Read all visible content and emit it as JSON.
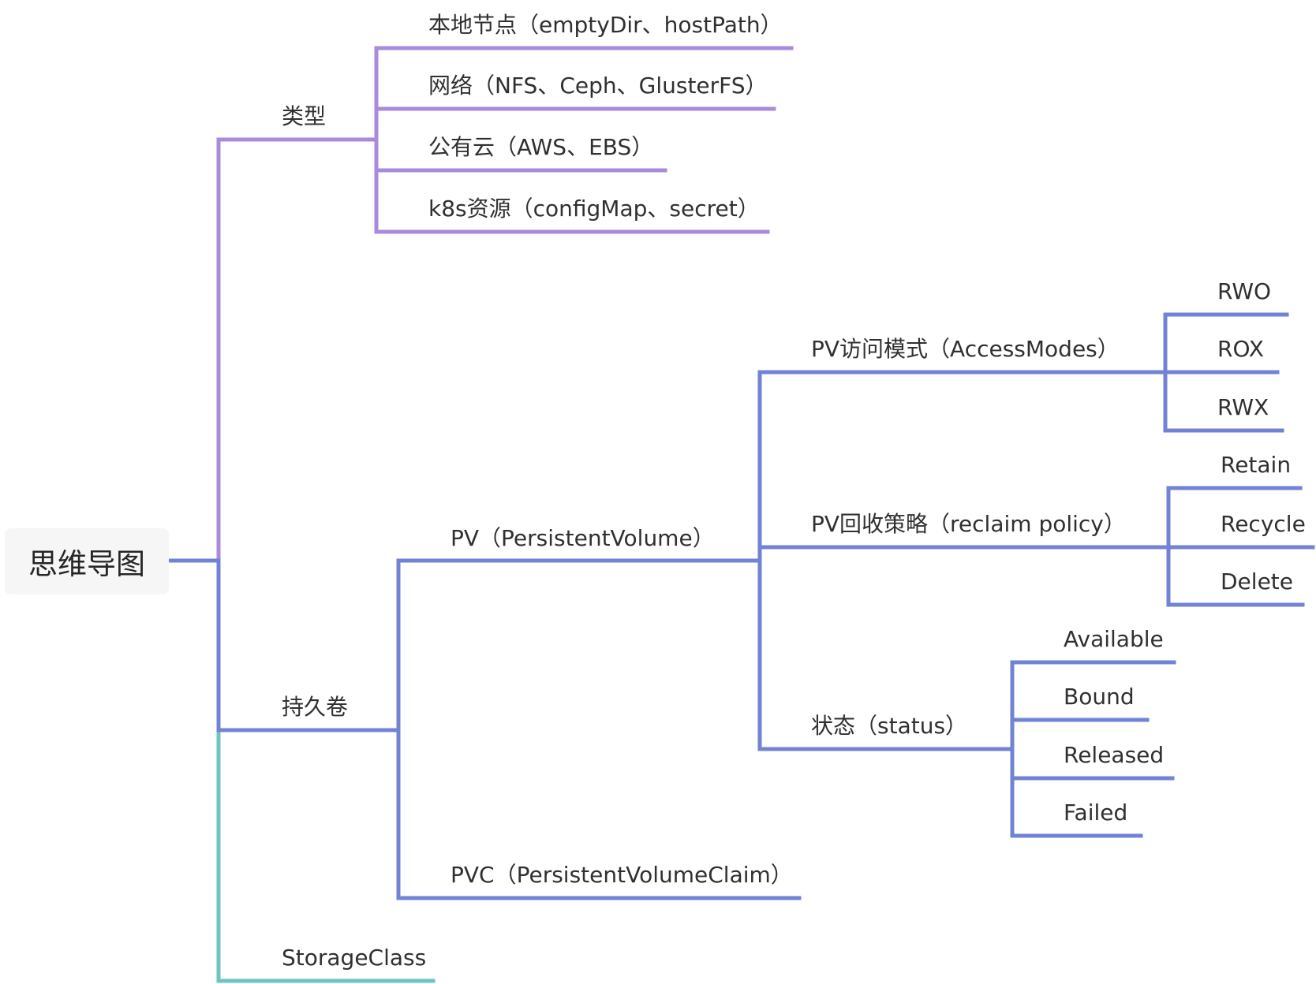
{
  "root": {
    "label": "思维导图"
  },
  "colors": {
    "purple": "#a98bdb",
    "blue": "#7283d6",
    "teal": "#6fc3c1"
  },
  "branches": {
    "types": {
      "label": "类型",
      "items": [
        "本地节点（emptyDir、hostPath）",
        "网络（NFS、Ceph、GlusterFS）",
        "公有云（AWS、EBS）",
        "k8s资源（configMap、secret）"
      ]
    },
    "persistent": {
      "label": "持久卷",
      "pv": {
        "label": "PV（PersistentVolume）",
        "access_modes": {
          "label": "PV访问模式（AccessModes）",
          "items": [
            "RWO",
            "ROX",
            "RWX"
          ]
        },
        "reclaim_policy": {
          "label": "PV回收策略（reclaim policy）",
          "items": [
            "Retain",
            "Recycle",
            "Delete"
          ]
        },
        "status": {
          "label": "状态（status）",
          "items": [
            "Available",
            "Bound",
            "Released",
            "Failed"
          ]
        }
      },
      "pvc": {
        "label": "PVC（PersistentVolumeClaim）"
      }
    },
    "storage_class": {
      "label": "StorageClass"
    }
  }
}
